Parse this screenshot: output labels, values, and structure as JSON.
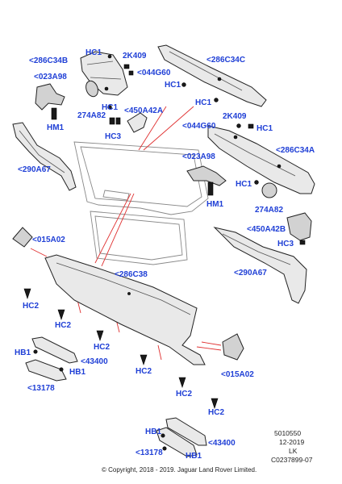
{
  "labels": {
    "l_286C34B": "<286C34B",
    "l_HC1_a": "HC1",
    "l_2K409_a": "2K409",
    "l_044G60_a": "<044G60",
    "l_286C34C": "<286C34C",
    "l_023A98_a": "<023A98",
    "l_HC1_b": "HC1",
    "l_HC1_c": "HC1",
    "l_274A82_a": "274A82",
    "l_HC1_d": "HC1",
    "l_450A42A": "<450A42A",
    "l_HC3_a": "HC3",
    "l_HM1_a": "HM1",
    "l_2K409_b": "2K409",
    "l_044G60_b": "<044G60",
    "l_HC1_e": "HC1",
    "l_286C34A": "<286C34A",
    "l_290A67_a": "<290A67",
    "l_023A98_b": "<023A98",
    "l_HC1_f": "HC1",
    "l_274A82_b": "274A82",
    "l_HM1_b": "HM1",
    "l_015A02_a": "<015A02",
    "l_450A42B": "<450A42B",
    "l_HC3_b": "HC3",
    "l_286C38": "<286C38",
    "l_290A67_b": "<290A67",
    "l_HC2_a": "HC2",
    "l_HC2_b": "HC2",
    "l_HC2_c": "HC2",
    "l_HB1_a": "HB1",
    "l_43400_a": "<43400",
    "l_HB1_b": "HB1",
    "l_HC2_d": "HC2",
    "l_015A02_b": "<015A02",
    "l_13178_a": "<13178",
    "l_HC2_e": "HC2",
    "l_HC2_f": "HC2",
    "l_HB1_c": "HB1",
    "l_43400_b": "<43400",
    "l_13178_b": "<13178",
    "l_HB1_d": "HB1"
  },
  "meta": {
    "ref": "5010550",
    "date": "12-2019",
    "market": "LK",
    "code": "C0237899-07",
    "copyright": "© Copyright, 2018 - 2019. Jaguar Land Rover Limited."
  },
  "colors": {
    "callout": "#1f3fd6",
    "leader": "#e03030",
    "outline": "#222222"
  }
}
